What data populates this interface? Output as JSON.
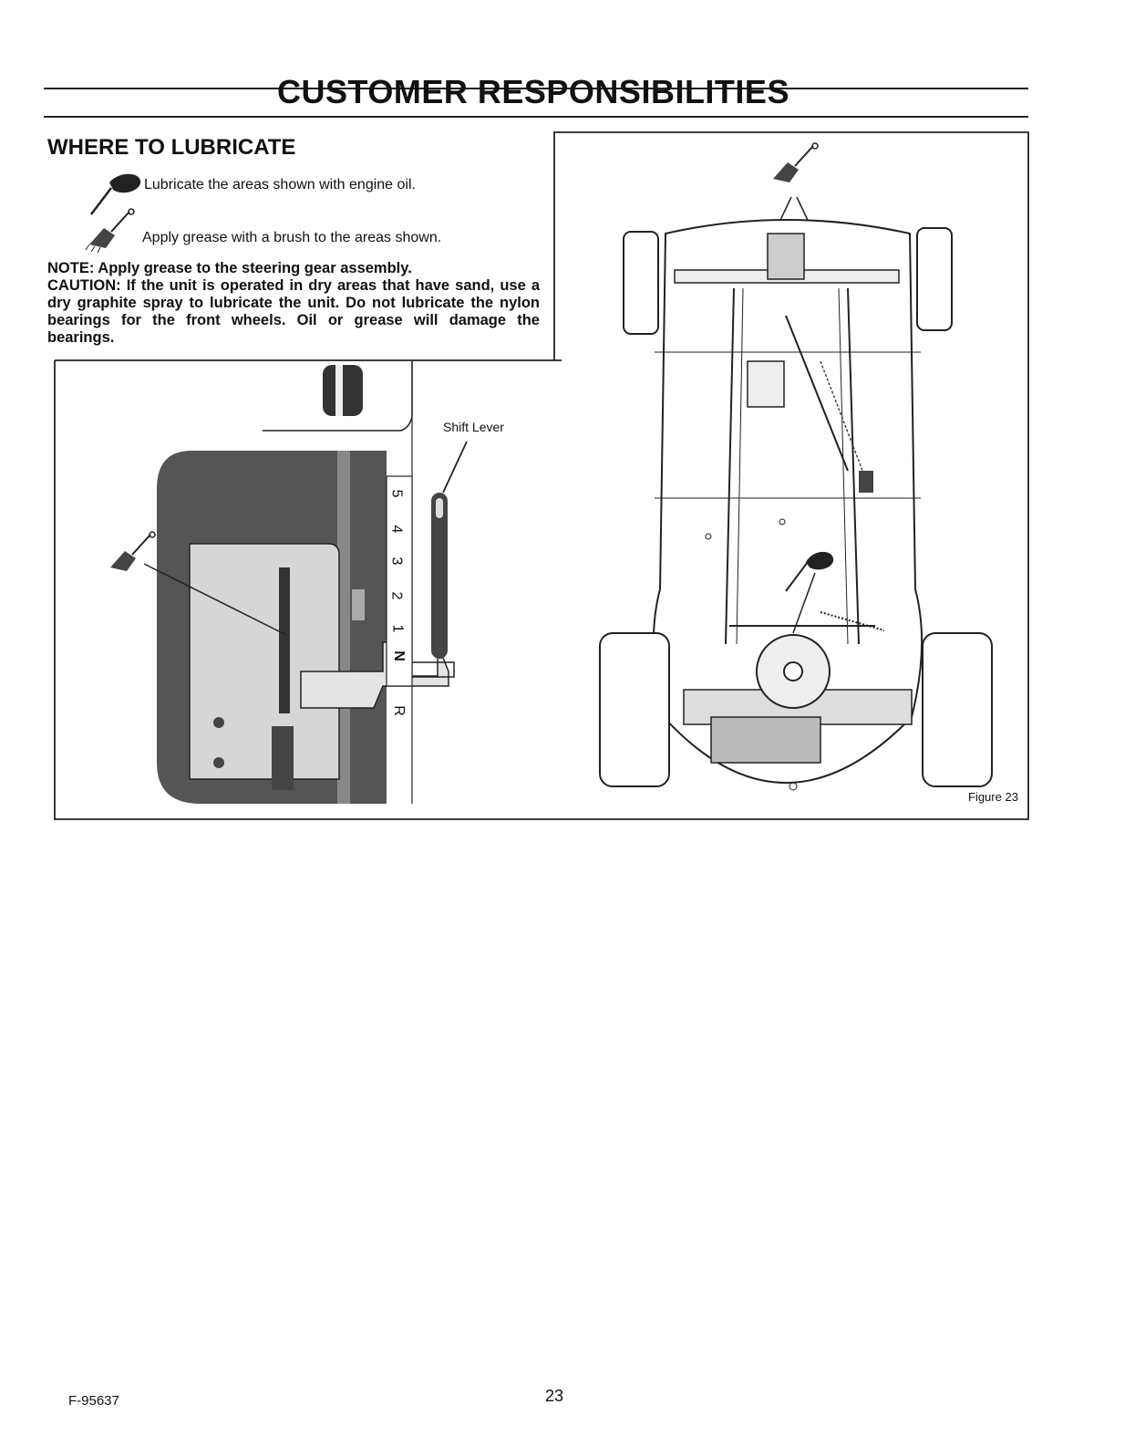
{
  "header": {
    "title": "CUSTOMER RESPONSIBILITIES"
  },
  "section": {
    "heading": "WHERE TO LUBRICATE",
    "legend": [
      {
        "icon": "oil-can-icon",
        "text": "Lubricate the areas shown with engine oil."
      },
      {
        "icon": "grease-brush-icon",
        "text": "Apply grease with a brush to the areas shown."
      }
    ],
    "note": "NOTE: Apply grease to the steering gear assembly.",
    "caution": "CAUTION: If the unit is operated in dry areas that have sand, use a dry graphite spray to lubricate the unit. Do not lubricate the nylon bearings for the front wheels. Oil or grease will damage the bearings."
  },
  "figure": {
    "shift_lever_label": "Shift Lever",
    "gears": [
      "5",
      "4",
      "3",
      "2",
      "1",
      "N",
      "R"
    ],
    "caption": "Figure 23"
  },
  "footer": {
    "doc_number": "F-95637",
    "page_number": "23"
  },
  "colors": {
    "ink": "#111111",
    "shade": "#5a5a5a",
    "light": "#d8d8d8"
  }
}
